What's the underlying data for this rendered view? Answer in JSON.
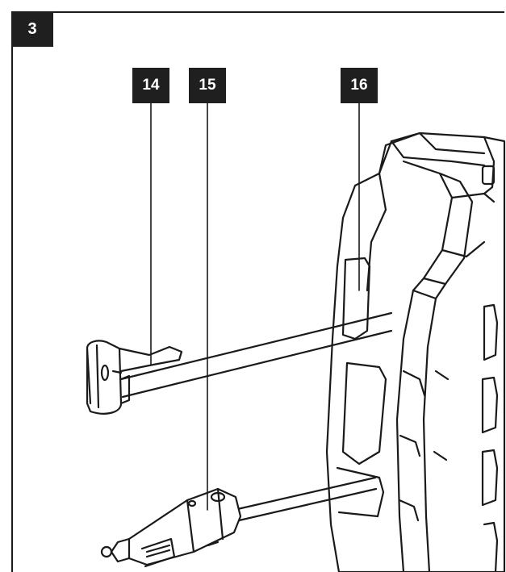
{
  "figure": {
    "number": "3"
  },
  "callouts": [
    {
      "id": "14",
      "label": "14"
    },
    {
      "id": "15",
      "label": "15"
    },
    {
      "id": "16",
      "label": "16"
    }
  ],
  "colors": {
    "ink": "#1a1a1a",
    "badge_bg": "#1f1f1f",
    "badge_text": "#ffffff",
    "paper": "#ffffff"
  }
}
